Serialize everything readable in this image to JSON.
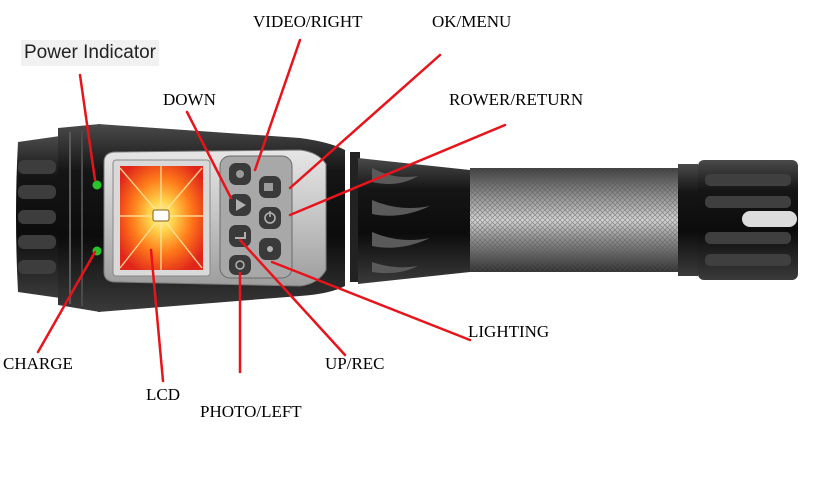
{
  "colors": {
    "leader_line": "#e8141b",
    "indicator_led": "#28c528",
    "body_dark": "#1b1b1b",
    "panel_silver": "#c9c9c9",
    "lcd_core": "#ffd030"
  },
  "labels": {
    "power_indicator": "Power Indicator",
    "charge": "CHARGE",
    "lcd": "LCD",
    "photo_left": "PHOTO/LEFT",
    "down": "DOWN",
    "video_right": "VIDEO/RIGHT",
    "ok_menu": "OK/MENU",
    "rower_return": "ROWER/RETURN",
    "lighting": "LIGHTING",
    "up_rec": "UP/REC"
  },
  "icons": {
    "lcd_screen": "camera-display-icon",
    "buttons": [
      "photo-button-icon",
      "video-button-icon",
      "play-button-icon",
      "ok-button-icon",
      "up-button-icon",
      "power-button-icon",
      "photo-left-button-icon",
      "lighting-button-icon"
    ]
  }
}
